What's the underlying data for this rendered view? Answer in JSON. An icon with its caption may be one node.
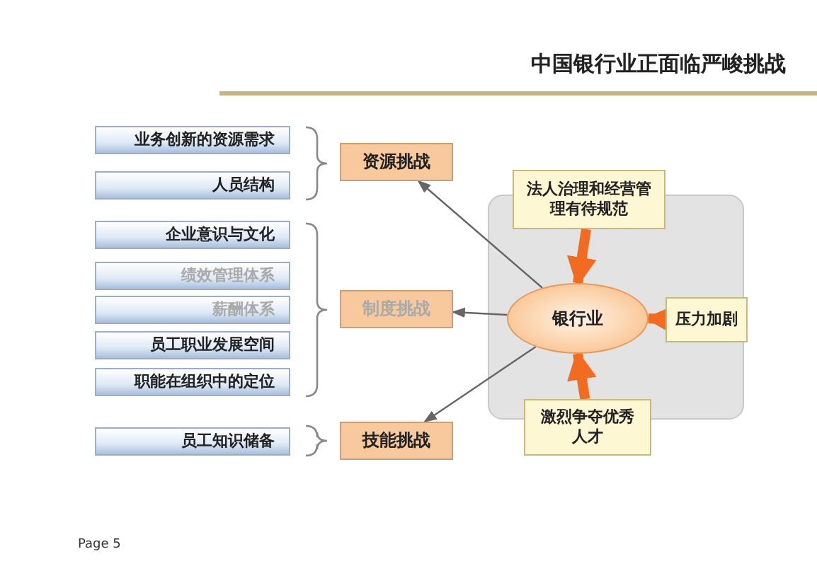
{
  "diagram": {
    "title": "中国银行业正面临严峻挑战",
    "nodes": [
      {
        "text": [
          "业务创新的资源需求"
        ]
      },
      {
        "text": [
          "人员结构"
        ]
      },
      {
        "text": [
          "企业意识与文化"
        ]
      },
      {
        "text": [
          "绩效管理体系"
        ]
      },
      {
        "text": [
          "薪酬体系"
        ]
      },
      {
        "text": [
          "员工职业发展空间"
        ]
      },
      {
        "text": [
          "职能在组织中的定位"
        ]
      },
      {
        "text": [
          "员工知识储备"
        ]
      },
      {
        "text": [
          "资源挑战"
        ]
      },
      {
        "text": [
          "制度挑战"
        ]
      },
      {
        "text": [
          "技能挑战"
        ]
      },
      {
        "text": [
          "法人治理和经营管理有待规范"
        ]
      },
      {
        "text": [
          "银行业"
        ]
      },
      {
        "text": [
          "压力加剧"
        ]
      },
      {
        "text": [
          "激烈争夺优秀人才"
        ]
      }
    ],
    "edges": [
      {
        "from": 12,
        "to": 8,
        "arrow": "to"
      },
      {
        "from": 12,
        "to": 9,
        "arrow": "to"
      },
      {
        "from": 12,
        "to": 10,
        "arrow": "to"
      },
      {
        "from": 11,
        "to": 12,
        "arrow": "to",
        "style": "thick",
        "color": "#f26b21"
      },
      {
        "from": 13,
        "to": 12,
        "arrow": "to",
        "style": "thick",
        "color": "#f26b21"
      },
      {
        "from": 14,
        "to": 12,
        "arrow": "to",
        "style": "thick",
        "color": "#f26b21"
      }
    ],
    "labels": [
      "Page 5"
    ]
  }
}
